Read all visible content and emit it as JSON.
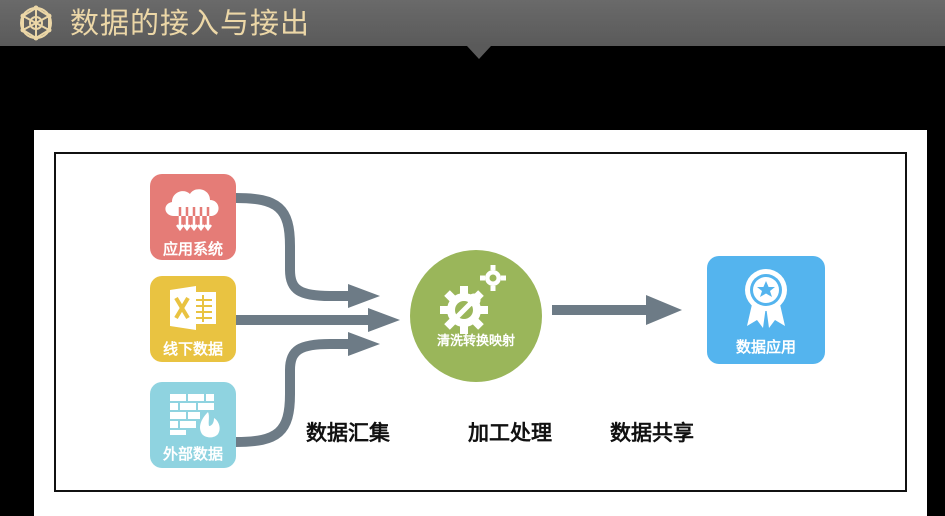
{
  "header": {
    "title": "数据的接入与接出",
    "logo_icon": "network-globe-icon",
    "background_color": "#5f5f5f",
    "title_color": "#ecd7a7"
  },
  "diagram": {
    "sources": [
      {
        "label": "应用系统",
        "icon": "cloud-download-icon",
        "color": "#e57c77"
      },
      {
        "label": "线下数据",
        "icon": "excel-icon",
        "color": "#e9c341"
      },
      {
        "label": "外部数据",
        "icon": "firewall-icon",
        "color": "#8fd3e0"
      }
    ],
    "process": {
      "label": "清洗转换映射",
      "icon": "gears-wrench-icon",
      "color": "#9ab65a"
    },
    "output": {
      "label": "数据应用",
      "icon": "award-ribbon-icon",
      "color": "#54b4ee"
    },
    "arrow_color": "#6d7b86",
    "stages": [
      "数据汇集",
      "加工处理",
      "数据共享"
    ]
  }
}
